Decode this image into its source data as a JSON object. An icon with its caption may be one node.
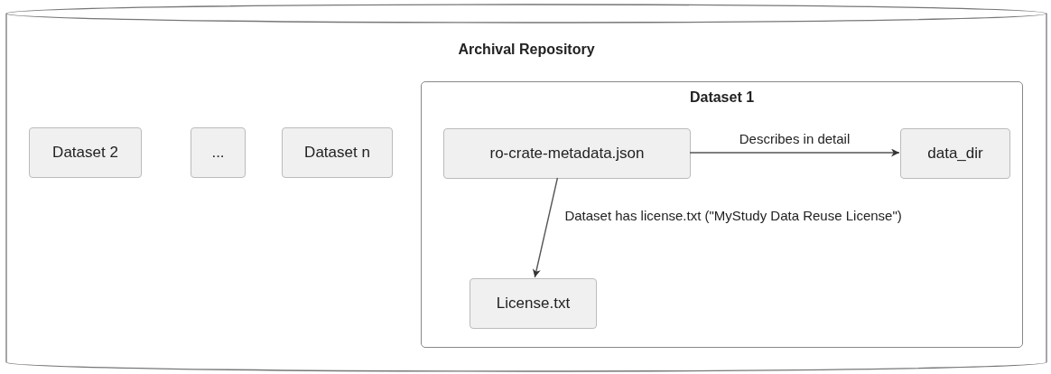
{
  "diagram": {
    "nodes": [
      {
        "text": [
          "Archival Repository"
        ]
      },
      {
        "text": [
          "Dataset 2"
        ],
        "in": 0
      },
      {
        "text": [
          "..."
        ],
        "in": 0
      },
      {
        "text": [
          "Dataset n"
        ],
        "in": 0
      },
      {
        "text": [
          "Dataset 1"
        ],
        "in": 0
      },
      {
        "text": [
          "ro-crate-metadata.json"
        ],
        "in": 4
      },
      {
        "text": [
          "data_dir"
        ],
        "in": 4
      },
      {
        "text": [
          "License.txt"
        ],
        "in": 4
      }
    ],
    "edges": [
      {
        "from": 5,
        "to": 6,
        "arrow": "to",
        "label": "Describes in detail"
      },
      {
        "from": 5,
        "to": 7,
        "arrow": "to",
        "label": "Dataset has license.txt (\"MyStudy Data Reuse License\")"
      }
    ]
  }
}
